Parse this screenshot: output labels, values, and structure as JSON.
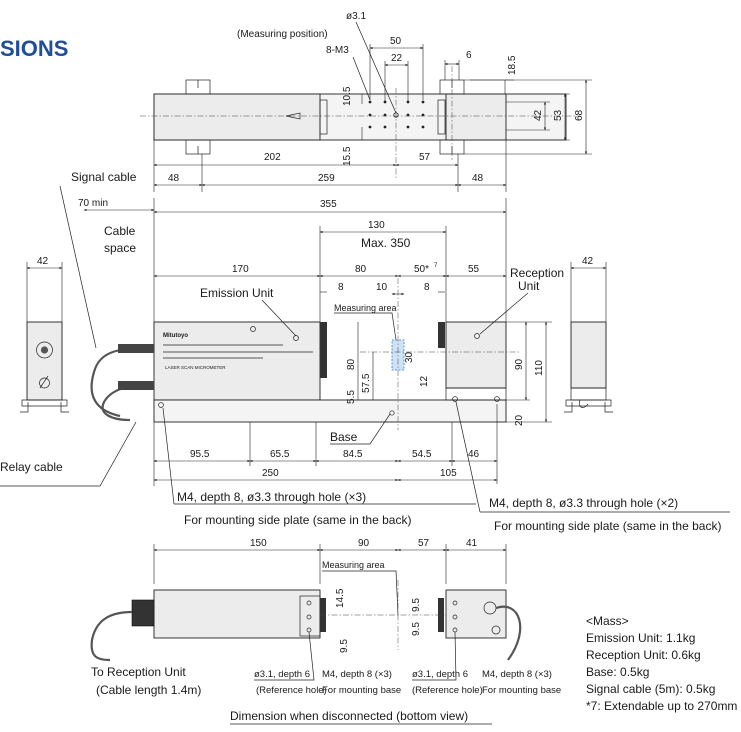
{
  "title": "SIONS",
  "colors": {
    "title": "#1f4e9a",
    "measuring_area": "#cfe3f7"
  },
  "top_view": {
    "phi31": "ø3.1",
    "measuring_position": "(Measuring position)",
    "m3": "8-M3",
    "d50": "50",
    "d22": "22",
    "d6": "6",
    "d185": "18.5",
    "d105": "10.5",
    "d155": "15.5",
    "d42": "42",
    "d53": "53",
    "d68": "68",
    "d202": "202",
    "d57": "57",
    "d48a": "48",
    "d259": "259",
    "d48b": "48"
  },
  "front_view": {
    "signal_cable": "Signal cable",
    "min70": "70  min",
    "cable_space": [
      "Cable",
      "space"
    ],
    "d355": "355",
    "d130": "130",
    "max350": "Max. 350",
    "d170": "170",
    "d80": "80",
    "d50n": "50*",
    "note7": "7",
    "d55": "55",
    "reception_unit": [
      "Reception",
      "Unit"
    ],
    "emission_unit": "Emission Unit",
    "d8a": "8",
    "d10": "10",
    "d8b": "8",
    "measuring_area": "Measuring area",
    "d30": "30",
    "d80v": "80",
    "d575": "57.5",
    "d12": "12",
    "d90": "90",
    "d110": "110",
    "d55v": "5.5",
    "d20": "20",
    "base": "Base",
    "d955": "95.5",
    "d655": "65.5",
    "d845": "84.5",
    "d545": "54.5",
    "d46": "46",
    "d250": "250",
    "d105": "105",
    "hole_left": "M4, depth 8, ø3.3 through hole (×3)",
    "side_left": "For mounting side plate (same in the back)",
    "hole_right": "M4, depth 8, ø3.3 through hole (×2)",
    "side_right": "For mounting side plate (same in the back)",
    "relay_cable": "Relay cable",
    "brand": "Mitutoyo",
    "product": "LASER SCAN MICROMETER"
  },
  "side_views": {
    "left_width": "42",
    "right_width": "42"
  },
  "bottom_view": {
    "d150": "150",
    "d90": "90",
    "d57": "57",
    "d41": "41",
    "measuring_area": "Measuring area",
    "d145": "14.5",
    "d95a": "9.5",
    "d95b": "9.5",
    "d95c": "9.5",
    "to_reception": "To Reception Unit",
    "cable_length": "(Cable length 1.4m)",
    "ref1": "ø3.1, depth 6",
    "ref1b": "(Reference hole)",
    "m4a": "M4, depth 8 (×3)",
    "m4ab": "For mounting base",
    "ref2": "ø3.1, depth 6",
    "ref2b": "(Reference hole)",
    "m4b": "M4, depth 8 (×3)",
    "m4bb": "For mounting base",
    "caption": "Dimension when disconnected (bottom view)"
  },
  "mass": {
    "heading": "<Mass>",
    "lines": [
      "Emission Unit: 1.1kg",
      "Reception Unit: 0.6kg",
      "Base: 0.5kg",
      "Signal cable (5m): 0.5kg",
      "*7: Extendable up to 270mm"
    ]
  }
}
